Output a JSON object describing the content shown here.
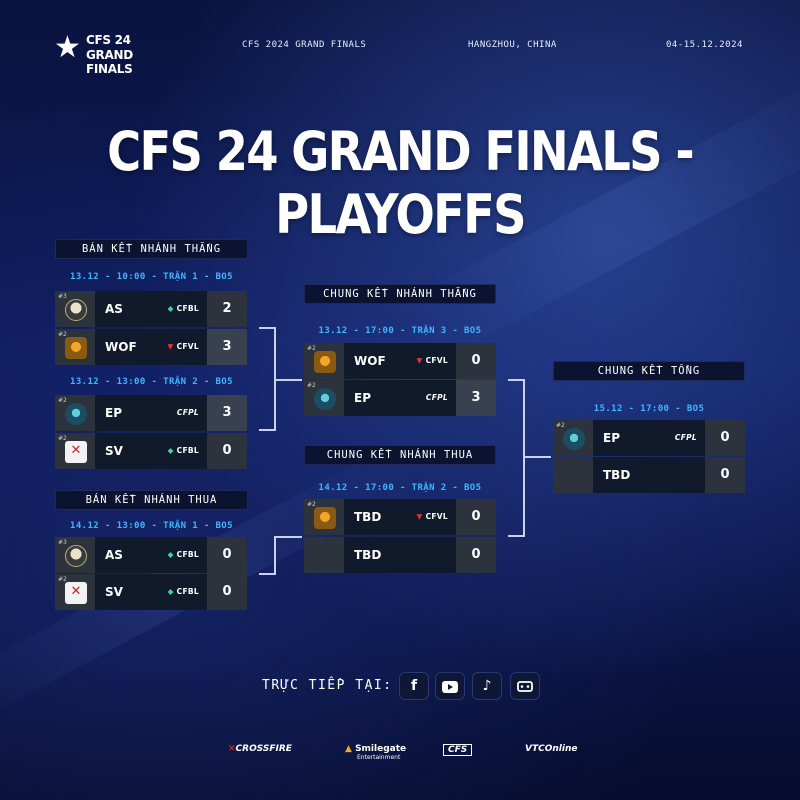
{
  "header": {
    "logo_line1": "CFS 24",
    "logo_line2": "GRAND FINALS",
    "event": "CFS 2024 GRAND FINALS",
    "location": "HANGZHOU, CHINA",
    "dates": "04-15.12.2024"
  },
  "title": "CFS 24 GRAND FINALS - PLAYOFFS",
  "upper_semis": {
    "label": "BÁN KẾT NHÁNH THẮNG",
    "match1": {
      "schedule": "13.12 - 10:00 - TRẬN 1 - BO5",
      "team1": {
        "seed": "#3",
        "name": "AS",
        "league": "CFBL",
        "score": "2"
      },
      "team2": {
        "seed": "#2",
        "name": "WOF",
        "league": "CFVL",
        "score": "3"
      }
    },
    "match2": {
      "schedule": "13.12 - 13:00 - TRẬN 2 - BO5",
      "team1": {
        "seed": "#2",
        "name": "EP",
        "league": "CFPL",
        "score": "3"
      },
      "team2": {
        "seed": "#2",
        "name": "SV",
        "league": "CFBL",
        "score": "0"
      }
    }
  },
  "lower_semis": {
    "label": "BÁN KẾT NHÁNH THUA",
    "match1": {
      "schedule": "14.12 - 13:00 - TRẬN 1 - BO5",
      "team1": {
        "seed": "#3",
        "name": "AS",
        "league": "CFBL",
        "score": "0"
      },
      "team2": {
        "seed": "#2",
        "name": "SV",
        "league": "CFBL",
        "score": "0"
      }
    }
  },
  "upper_final": {
    "label": "CHUNG KẾT NHÁNH THẮNG",
    "schedule": "13.12 - 17:00 - TRẬN 3 - BO5",
    "team1": {
      "seed": "#2",
      "name": "WOF",
      "league": "CFVL",
      "score": "0"
    },
    "team2": {
      "seed": "#2",
      "name": "EP",
      "league": "CFPL",
      "score": "3"
    }
  },
  "lower_final": {
    "label": "CHUNG KẾT NHÁNH THUA",
    "schedule": "14.12 - 17:00 - TRẬN 2 - BO5",
    "team1": {
      "seed": "#2",
      "name": "TBD",
      "league": "CFVL",
      "score": "0"
    },
    "team2": {
      "seed": "",
      "name": "TBD",
      "league": "",
      "score": "0"
    }
  },
  "grand_final": {
    "label": "CHUNG KẾT TỔNG",
    "schedule": "15.12 - 17:00 - BO5",
    "team1": {
      "seed": "#2",
      "name": "EP",
      "league": "CFPL",
      "score": "0"
    },
    "team2": {
      "seed": "",
      "name": "TBD",
      "league": "",
      "score": "0"
    }
  },
  "live": {
    "label": "TRỰC TIẾP TẠI:",
    "platforms": [
      "facebook-icon",
      "youtube-icon",
      "tiktok-icon",
      "gaming-icon"
    ]
  },
  "sponsors": {
    "s1": "CROSSFIRE",
    "s2": "Smilegate",
    "s2_sub": "Entertainment",
    "s3": "CFS",
    "s4": "VTCOnline"
  },
  "colors": {
    "schedule": "#3fb6ff",
    "cfvl": "#e0342c",
    "cfbl": "#3fd6a0"
  }
}
